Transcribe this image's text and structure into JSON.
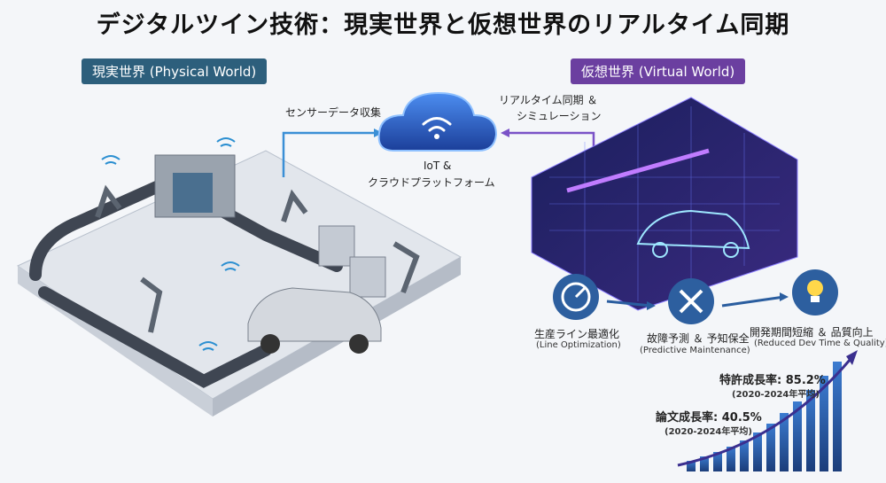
{
  "title": "デジタルツイン技術：現実世界と仮想世界のリアルタイム同期",
  "physical_label": "現実世界 (Physical World)",
  "virtual_label": "仮想世界 (Virtual World)",
  "sensor_label": "センサーデータ収集",
  "sync_label_1": "リアルタイム同期 ＆",
  "sync_label_2": "シミュレーション",
  "cloud_label_1": "IoT &",
  "cloud_label_2": "クラウドプラットフォーム",
  "benefits": [
    {
      "ja": "生産ライン最適化",
      "en": "(Line Optimization)",
      "icon": "gauge-icon"
    },
    {
      "ja": "故障予測 ＆ 予知保全",
      "en": "(Predictive Maintenance)",
      "icon": "tools-icon"
    },
    {
      "ja": "開発期間短縮 ＆ 品質向上",
      "en": "(Reduced Dev Time & Quality)",
      "icon": "lightbulb-icon"
    }
  ],
  "patent_growth": "特許成長率: 85.2%",
  "patent_period": "(2020-2024年平均)",
  "paper_growth": "論文成長率: 40.5%",
  "paper_period": "(2020-2024年平均)",
  "colors": {
    "physical": "#2d5f7c",
    "virtual": "#6b3fa0",
    "cloud": "#2f6fd6",
    "grid": "#3b3f8f",
    "bars": "#2a5d9f"
  }
}
